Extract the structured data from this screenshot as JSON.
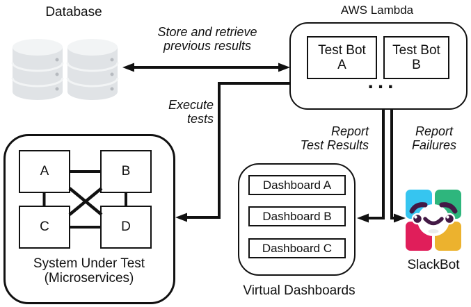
{
  "diagram": {
    "database": {
      "title": "Database"
    },
    "aws_lambda": {
      "title": "AWS Lambda",
      "ellipsis": "...",
      "bots": [
        {
          "line1": "Test Bot",
          "line2": "A"
        },
        {
          "line1": "Test Bot",
          "line2": "B"
        }
      ]
    },
    "system_under_test": {
      "title_line1": "System Under Test",
      "title_line2": "(Microservices)",
      "services": [
        "A",
        "B",
        "C",
        "D"
      ]
    },
    "virtual_dashboards": {
      "title": "Virtual Dashboards",
      "items": [
        "Dashboard A",
        "Dashboard B",
        "Dashboard C"
      ]
    },
    "slackbot": {
      "title": "SlackBot"
    }
  },
  "flows": {
    "store_retrieve": {
      "line1": "Store and retrieve",
      "line2": "previous results"
    },
    "execute_tests": {
      "line1": "Execute",
      "line2": "tests"
    },
    "report_test_results": {
      "line1": "Report",
      "line2": "Test Results"
    },
    "report_failures": {
      "line1": "Report",
      "line2": "Failures"
    }
  },
  "colors": {
    "line": "#111111",
    "slack_blue": "#36C5F0",
    "slack_green": "#2EB67D",
    "slack_pink": "#E01E5A",
    "slack_yellow": "#ECB22E",
    "slack_aubergine": "#431945",
    "database_gray": "#E0E3E6",
    "database_gray_light": "#F2F4F5",
    "database_dot": "#B6BABF"
  }
}
